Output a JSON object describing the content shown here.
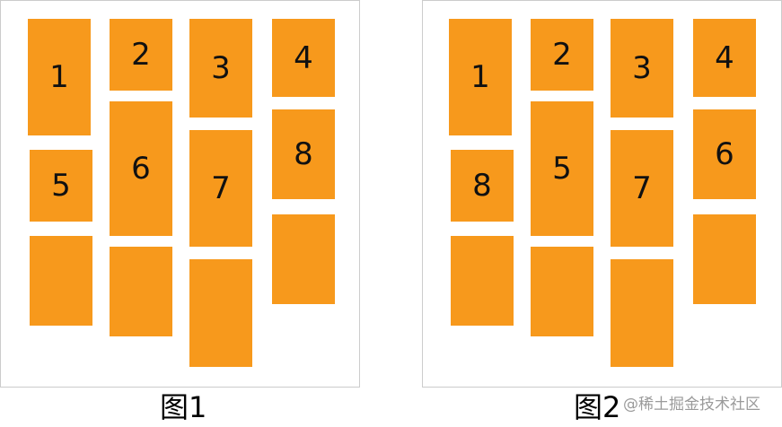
{
  "colors": {
    "tile": "#f7991c",
    "border": "#cccccc",
    "text": "#111111",
    "watermark": "#9a9a9a"
  },
  "panels": [
    {
      "caption": "图1",
      "columns": [
        {
          "tiles": [
            "1",
            "5",
            ""
          ]
        },
        {
          "tiles": [
            "2",
            "6",
            ""
          ]
        },
        {
          "tiles": [
            "3",
            "7",
            ""
          ]
        },
        {
          "tiles": [
            "4",
            "8",
            ""
          ]
        }
      ]
    },
    {
      "caption": "图2",
      "columns": [
        {
          "tiles": [
            "1",
            "8",
            ""
          ]
        },
        {
          "tiles": [
            "2",
            "5",
            ""
          ]
        },
        {
          "tiles": [
            "3",
            "7",
            ""
          ]
        },
        {
          "tiles": [
            "4",
            "6",
            ""
          ]
        }
      ]
    }
  ],
  "watermark": "@稀土掘金技术社区"
}
